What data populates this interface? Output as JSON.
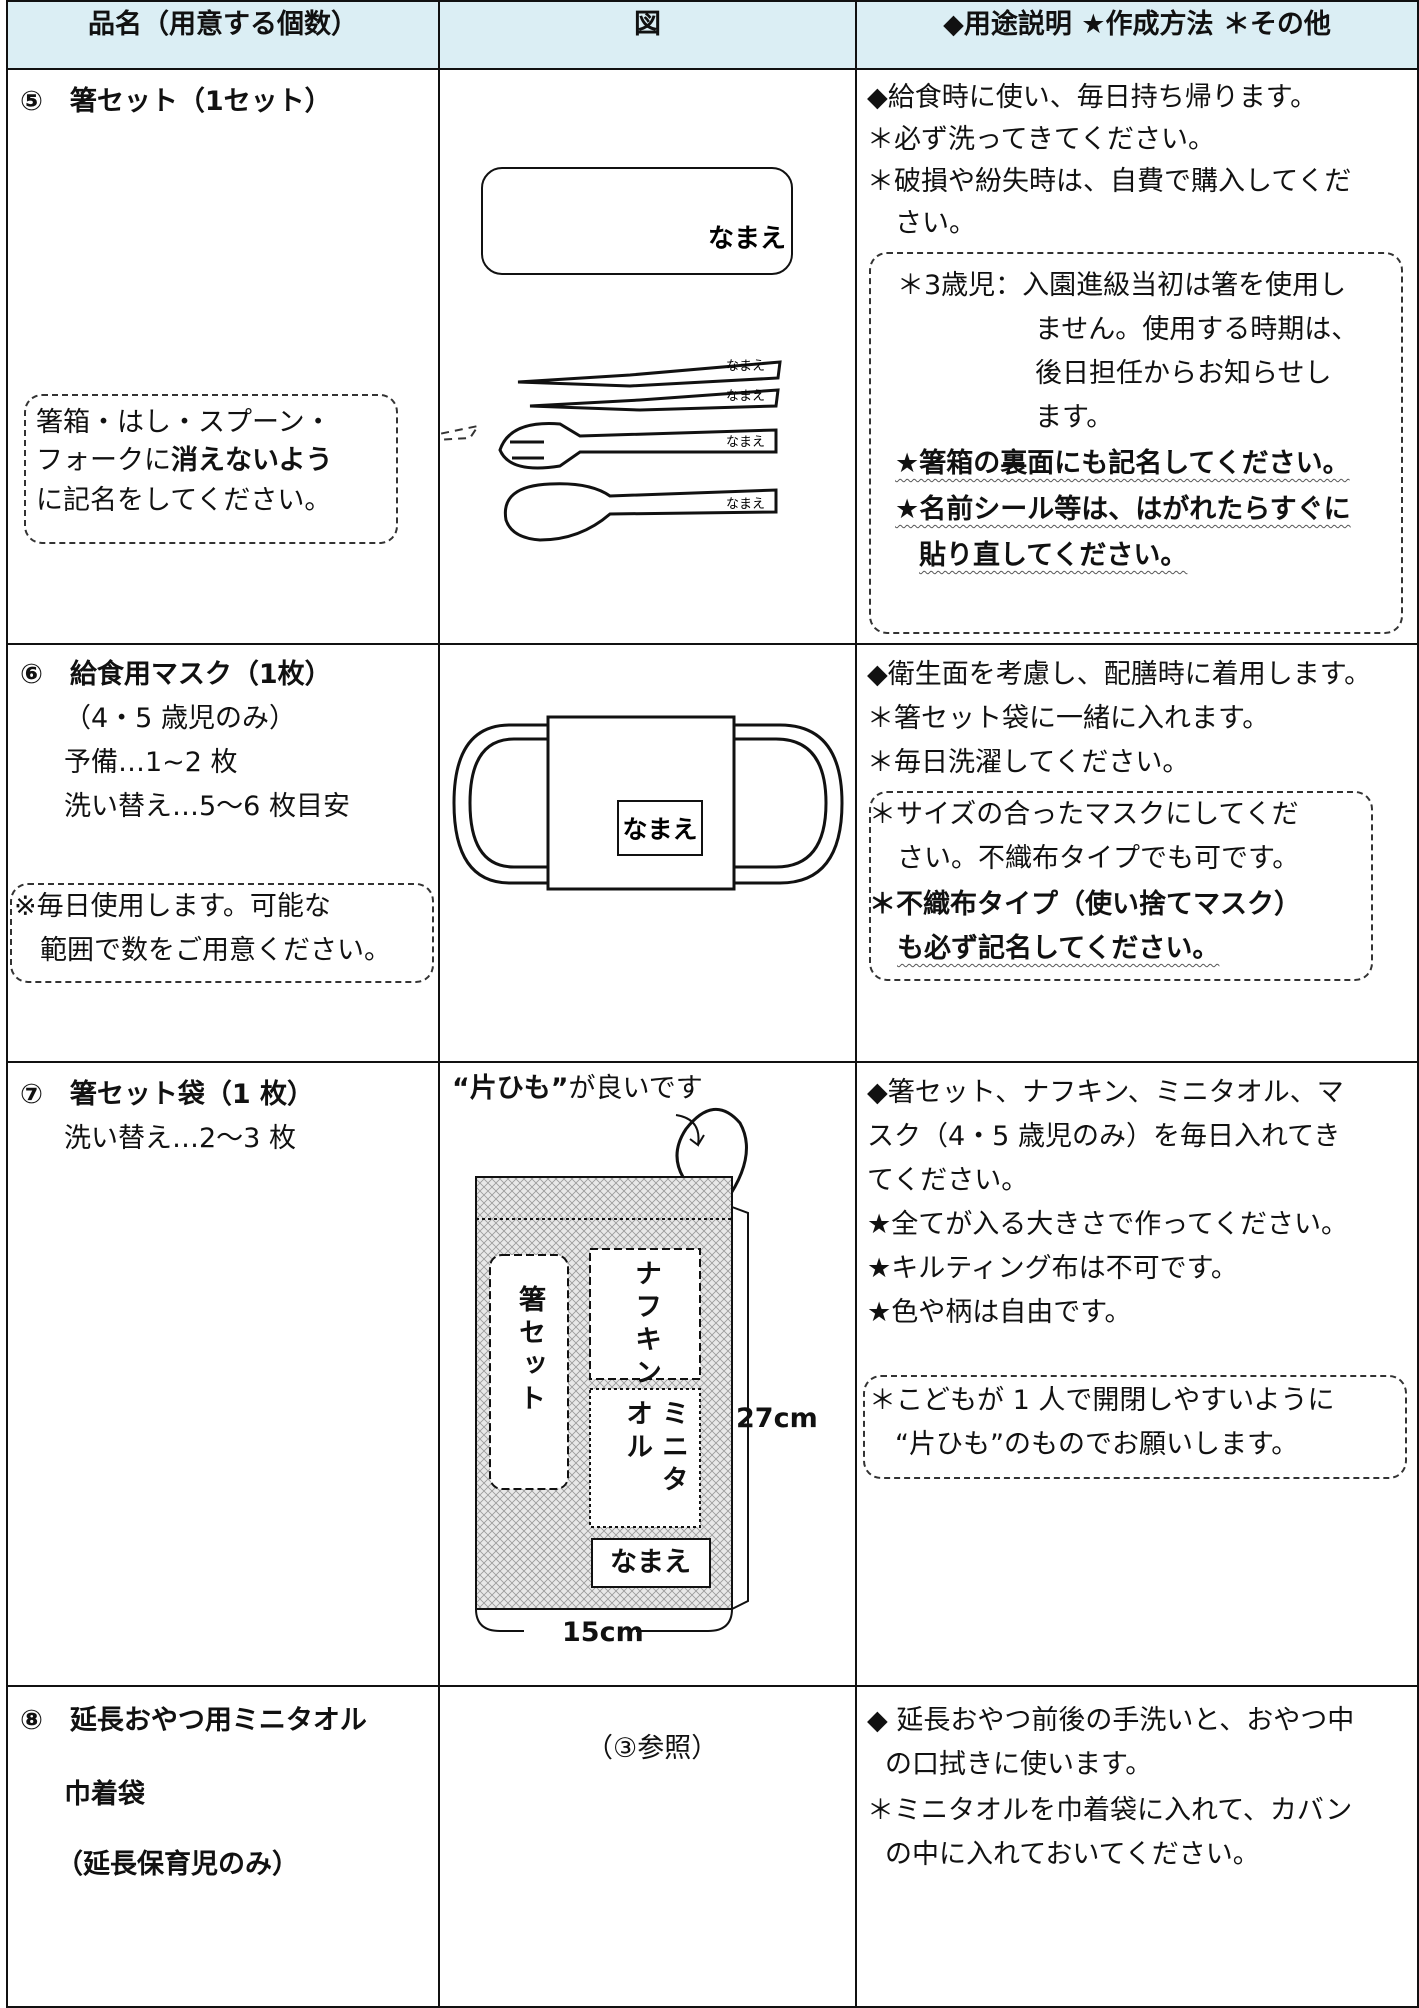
{
  "header": {
    "col1": "品名（用意する個数）",
    "col2": "図",
    "col3": "◆用途説明 ★作成方法 ＊その他"
  },
  "row5": {
    "title": "⑤　箸セット（1セット）",
    "callout": [
      "箸箱・はし・スプーン・",
      "フォークに",
      "消えないよう",
      "に記名をしてください。"
    ],
    "box_label": "なまえ",
    "utensil_label": "なまえ",
    "desc": [
      "◆給食時に使い、毎日持ち帰ります。",
      "＊必ず洗ってきてください。",
      "＊破損や紛失時は、自費で購入してくだ",
      "さい。"
    ],
    "note": [
      "＊3歳児：入園進級当初は箸を使用し",
      "ません。使用する時期は、",
      "後日担任からお知らせし",
      "ます。",
      "★箸箱の裏面にも記名してください。",
      "★名前シール等は、はがれたらすぐに",
      "貼り直してください。"
    ]
  },
  "row6": {
    "title": "⑥　給食用マスク（1枚）",
    "lines": [
      "（4・5 歳児のみ）",
      "予備…1~2 枚",
      "洗い替え…5～6 枚目安"
    ],
    "note": [
      "※毎日使用します。可能な",
      "範囲で数をご用意ください。"
    ],
    "mask_label": "なまえ",
    "desc": [
      "◆衛生面を考慮し、配膳時に着用します。",
      "＊箸セット袋に一緒に入れます。",
      "＊毎日洗濯してください。"
    ],
    "note2": [
      "＊サイズの合ったマスクにしてくだ",
      "さい。不織布タイプでも可です。",
      "＊不織布タイプ（使い捨てマスク）",
      "も必ず記名してください。"
    ]
  },
  "row7": {
    "title": "⑦　箸セット袋（1 枚）",
    "lines": [
      "洗い替え…2～3 枚"
    ],
    "fig_caption_bold": "“片ひも”",
    "fig_caption_rest": "が良いです",
    "pocket1": "箸セット",
    "pocket2": "ナフキン",
    "pocket3": "ミニタオル",
    "name_label": "なまえ",
    "height_label": "27cm",
    "width_label": "15cm",
    "desc": [
      "◆箸セット、ナフキン、ミニタオル、マ",
      "スク（4・5 歳児のみ）を毎日入れてき",
      "てください。",
      "★全てが入る大きさで作ってください。",
      "★キルティング布は不可です。",
      "★色や柄は自由です。"
    ],
    "note": [
      "＊こどもが 1 人で開閉しやすいように",
      "“片ひも”のものでお願いします。"
    ]
  },
  "row8": {
    "title1": "⑧　延長おやつ用ミニタオル",
    "title2": "巾着袋",
    "title3": "（延長保育児のみ）",
    "fig_ref": "（③参照）",
    "desc": [
      "◆ 延長おやつ前後の手洗いと、おやつ中",
      "の口拭きに使います。",
      "＊ミニタオルを巾着袋に入れて、カバン",
      "の中に入れておいてください。"
    ]
  }
}
